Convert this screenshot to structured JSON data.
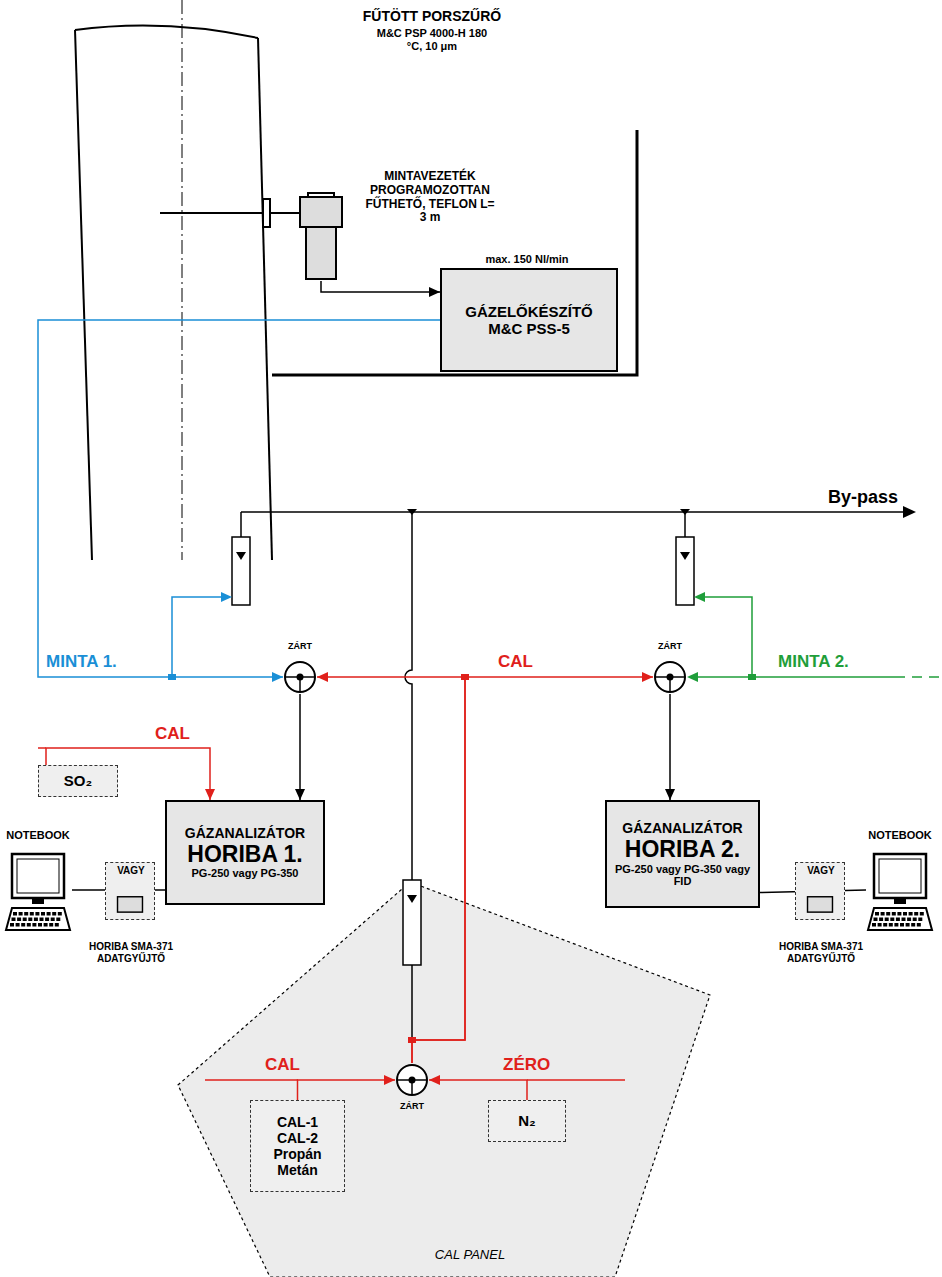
{
  "diagram": {
    "nodes": [
      {
        "text": [
          "FŰTÖTT PORSZŰRŐ",
          "M&C PSP 4000-H 180 °C, 10 μm"
        ]
      },
      {
        "text": [
          "max. 150 Nl/min",
          "GÁZELŐKÉSZÍTŐ M&C PSS-5"
        ]
      },
      {
        "text": [
          "ZÁRT"
        ]
      },
      {
        "text": [
          "ZÁRT"
        ]
      },
      {
        "text": [
          "GÁZANALIZÁTOR",
          "HORIBA 1.",
          "PG-250 vagy PG-350"
        ]
      },
      {
        "text": [
          "GÁZANALIZÁTOR",
          "HORIBA 2.",
          "PG-250 vagy PG-350 vagy FID"
        ]
      },
      {
        "text": [
          "SO₂"
        ]
      },
      {
        "text": [
          "NOTEBOOK"
        ]
      },
      {
        "text": [
          "VAGY",
          "HORIBA SMA-371 ADATGYŰJTŐ"
        ]
      },
      {
        "text": [
          "NOTEBOOK"
        ]
      },
      {
        "text": [
          "VAGY",
          "HORIBA SMA-371 ADATGYŰJTŐ"
        ]
      },
      {
        "text": [
          "CAL PANEL"
        ]
      },
      {
        "text": [
          "CAL-1 CAL-2 Propán Metán"
        ],
        "in": 11
      },
      {
        "text": [
          "N₂"
        ],
        "in": 11
      },
      {
        "text": [
          "ZÁRT"
        ],
        "in": 11
      }
    ],
    "edges": [
      {
        "from": 0,
        "to": 1,
        "arrow": "to"
      },
      {
        "from": 1,
        "to": 2,
        "arrow": "to"
      },
      {
        "from": 2,
        "to": 4,
        "arrow": "to"
      },
      {
        "from": 3,
        "to": 5,
        "arrow": "to"
      },
      {
        "from": 6,
        "to": 4,
        "arrow": "to"
      },
      {
        "from": 14,
        "to": 2,
        "arrow": "to"
      },
      {
        "from": 14,
        "to": 3,
        "arrow": "to"
      },
      {
        "from": 12,
        "to": 14,
        "arrow": "to"
      },
      {
        "from": 13,
        "to": 14,
        "arrow": "to"
      },
      {
        "from": 7,
        "to": 4,
        "arrow": "none"
      },
      {
        "from": 5,
        "to": 9,
        "arrow": "none"
      }
    ],
    "labels": [
      "MINTAVEZETÉK PROGRAMOZOTTAN FŰTHETŐ, TEFLON L= 3 m",
      "By-pass",
      "MINTA 1.",
      "CAL",
      "MINTA 2.",
      "CAL",
      "CAL",
      "ZÉRO"
    ]
  }
}
